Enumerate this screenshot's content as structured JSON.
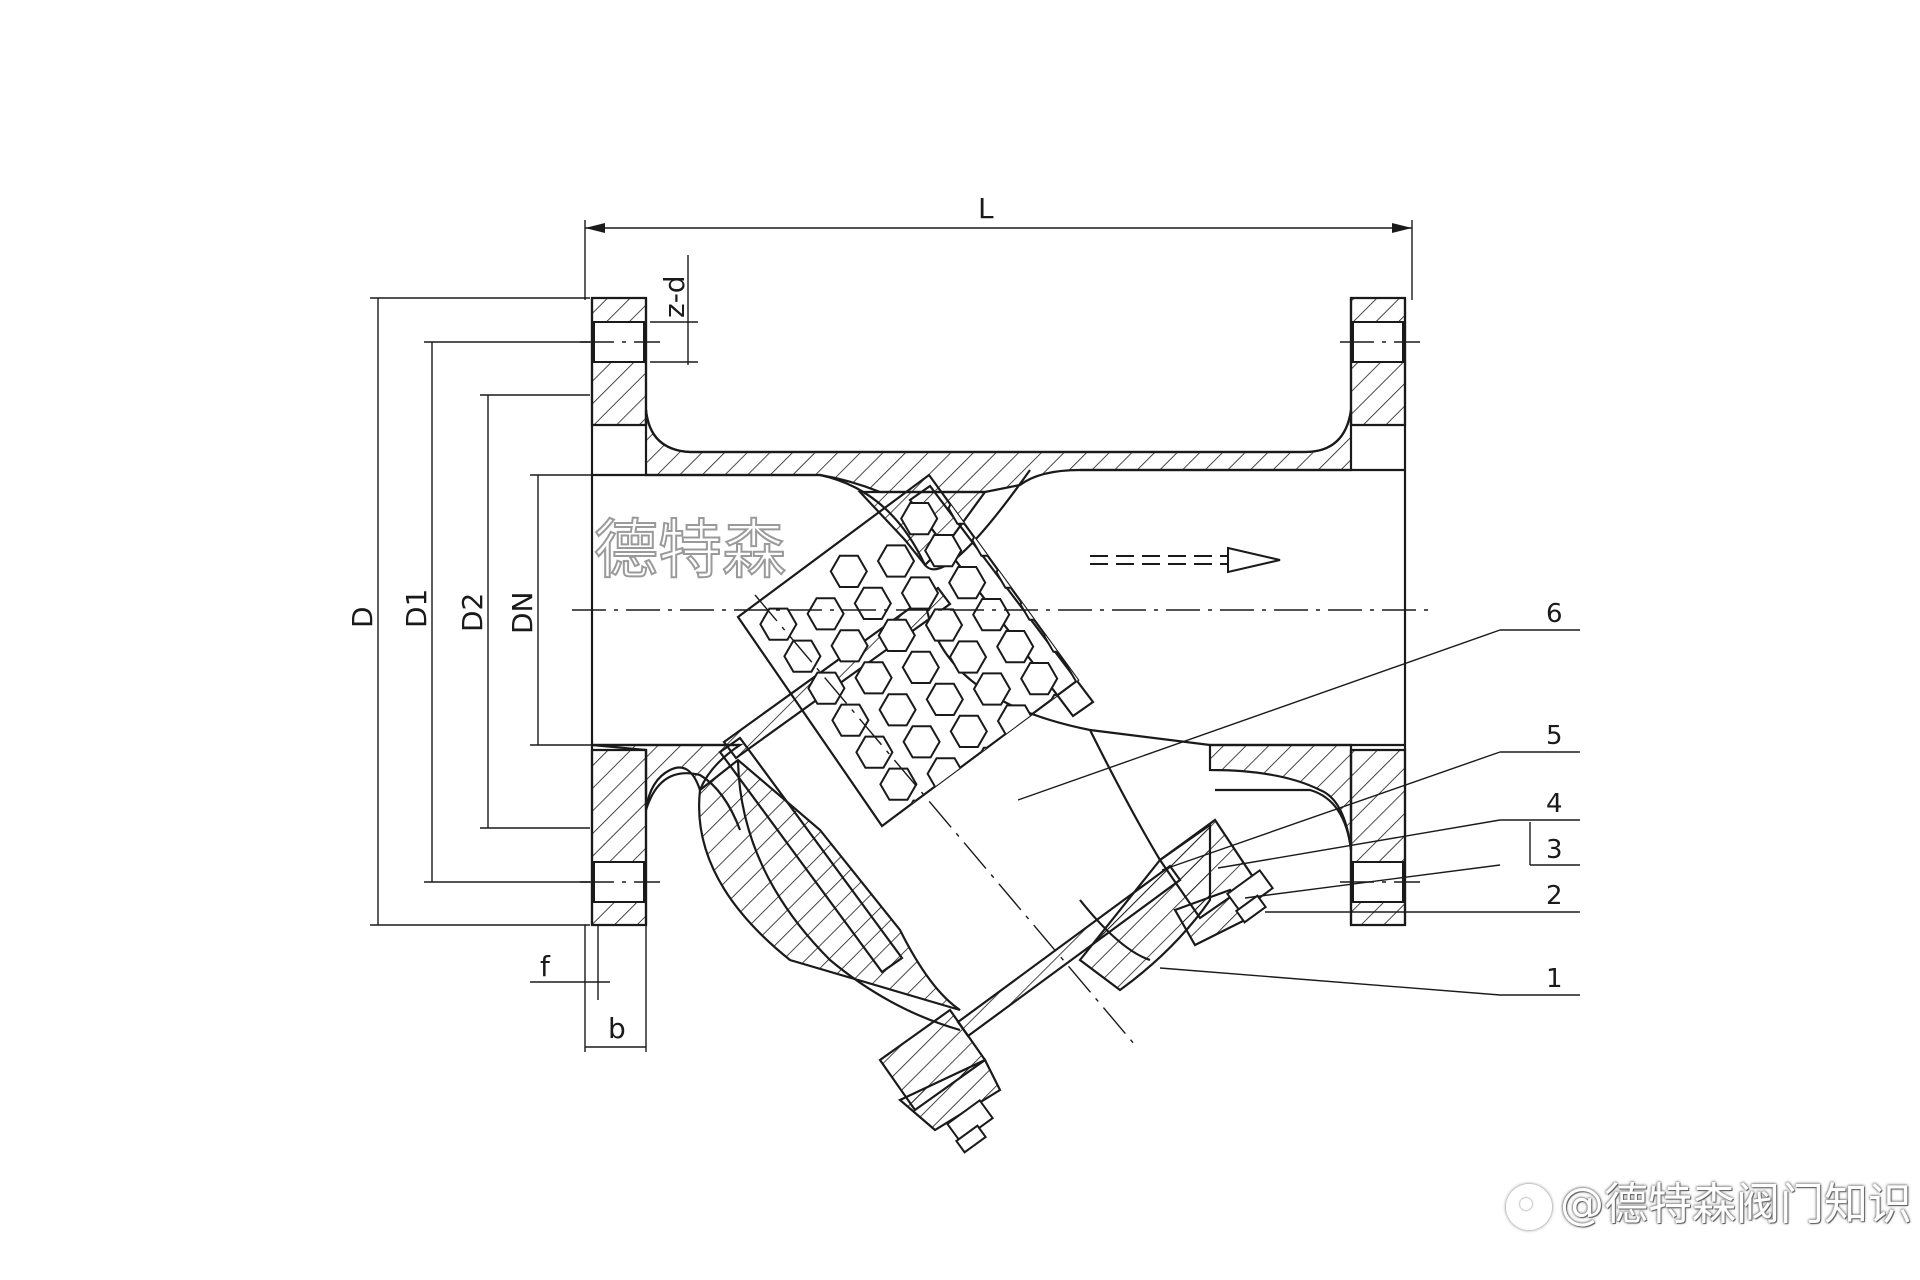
{
  "diagram": {
    "dimensions": {
      "L": "L",
      "z_d": "z-d",
      "D": "D",
      "D1": "D1",
      "D2": "D2",
      "DN": "DN",
      "f": "f",
      "b": "b"
    },
    "part_labels": [
      "6",
      "5",
      "4",
      "3",
      "2",
      "1"
    ],
    "brand_text": "德特森"
  },
  "watermark": {
    "text": "@德特森阀门知识",
    "icon": "paw-icon"
  },
  "colors": {
    "line": "#1a1a1a",
    "background": "#ffffff"
  }
}
